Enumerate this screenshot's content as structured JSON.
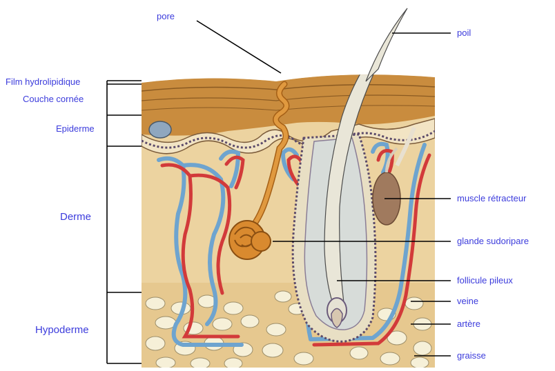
{
  "labels": {
    "pore": "pore",
    "poil": "poil",
    "film": "Film hydrolipidique",
    "couche": "Couche cornée",
    "epiderme": "Epiderme",
    "derme": "Derme",
    "hypoderme": "Hypoderme",
    "muscle": "muscle rétracteur",
    "glande": "glande sudoripare",
    "follicule": "follicule pileux",
    "veine": "veine",
    "artere": "artère",
    "graisse": "graisse"
  },
  "colors": {
    "label_text": "#3b3bdc",
    "leader_line": "#000000",
    "stratum": "#c98c3e",
    "dermis": "#ecd3a0",
    "hypodermis_fat": "#f3edcf",
    "artery": "#d23a3a",
    "vein": "#6ea4cf",
    "sweat_gland": "#d98a2f",
    "muscle": "#a07a5e"
  }
}
